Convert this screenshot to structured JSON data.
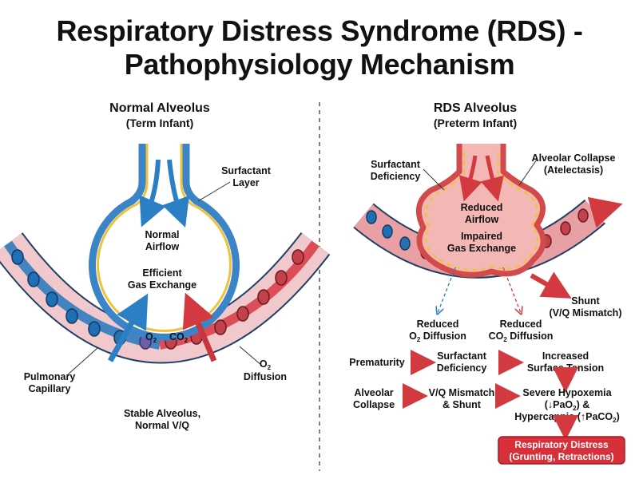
{
  "title": {
    "line1": "Respiratory Distress Syndrome (RDS) -",
    "line2": "Pathophysiology Mechanism"
  },
  "left_panel": {
    "title": "Normal Alveolus",
    "subtitle": "(Term Infant)",
    "labels": {
      "surfactant_1": "Surfactant",
      "surfactant_2": "Layer",
      "airflow_1": "Normal",
      "airflow_2": "Airflow",
      "exchange_1": "Efficient",
      "exchange_2": "Gas Exchange",
      "o2": "O",
      "o2_sub": "2",
      "co2": "CO",
      "co2_sub": "2",
      "diffusion_o2": "O",
      "diffusion_o2_sub": "2",
      "diffusion": "Diffusion",
      "capillary_1": "Pulmonary",
      "capillary_2": "Capillary",
      "stable_1": "Stable Alveolus,",
      "stable_2": "Normal V/Q"
    }
  },
  "right_panel": {
    "title": "RDS Alveolus",
    "subtitle": "(Preterm Infant)",
    "labels": {
      "deficiency_1": "Surfactant",
      "deficiency_2": "Deficiency",
      "collapse_1": "Alveolar Collapse",
      "collapse_2": "(Atelectasis)",
      "reduced_airflow_1": "Reduced",
      "reduced_airflow_2": "Airflow",
      "impaired_1": "Impaired",
      "impaired_2": "Gas Exchange",
      "shunt_1": "Shunt",
      "shunt_2": "(V/Q Mismatch)",
      "reduced_o2_1": "Reduced",
      "reduced_o2_2": "O",
      "reduced_o2_sub": "2",
      "reduced_o2_3": " Diffusion",
      "reduced_co2_1": "Reduced",
      "reduced_co2_2": "CO",
      "reduced_co2_sub": "2",
      "reduced_co2_3": " Diffusion"
    }
  },
  "flowchart": {
    "prematurity": "Prematurity",
    "surfactant_deficiency_1": "Surfactant",
    "surfactant_deficiency_2": "Deficiency",
    "surface_tension_1": "Increased",
    "surface_tension_2": "Surface Tension",
    "alveolar_collapse_1": "Alveolar",
    "alveolar_collapse_2": "Collapse",
    "vq_1": "V/Q Mismatch",
    "vq_2": "& Shunt",
    "hypox_1": "Severe Hypoxemia",
    "hypox_2a": "(↓PaO",
    "hypox_2sub": "2",
    "hypox_2b": ") &",
    "hypox_3a": "Hypercapnia (↑PaCO",
    "hypox_3sub": "2",
    "hypox_3b": ")",
    "distress_1": "Respiratory Distress",
    "distress_2": "(Grunting, Retractions)"
  },
  "colors": {
    "vessel_blue": "#2f7bbf",
    "vessel_red": "#d9404a",
    "surfactant": "#f0c23c",
    "tissue_pink": "#f3b8b6",
    "arrow_red": "#d23a40",
    "arrow_blue": "#2b7fc4",
    "divider": "#555555"
  }
}
